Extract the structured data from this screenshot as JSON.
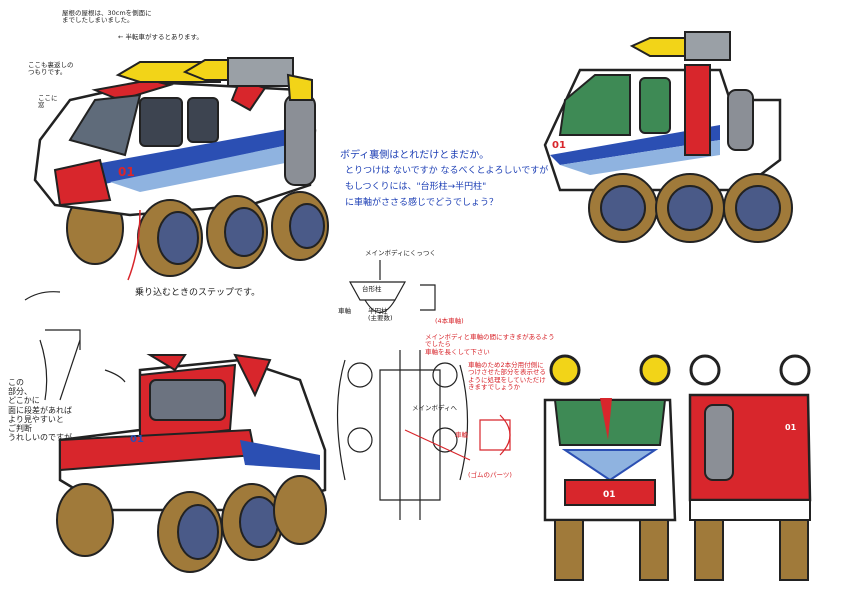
{
  "annotations": {
    "top_left_1": "屋根の屋根は、30cmを側面に\nまでしたしまいました。",
    "top_left_2": "← 半転車がするとあります。",
    "left_side_1": "ここも裏返しの\nつもりです。",
    "left_side_2": "ここに\n窓",
    "step_note": "乗り込むときのステップです。",
    "blue_note_1": "ボディ裏側はとれだけとまだか。",
    "blue_note_2": "とりつけは ないですか なるべくとよろしいですが",
    "blue_note_3": "もしつくりには、\"台形柱→半円柱\"",
    "blue_note_4": "に車軸がささる感じでどうでしょう？",
    "diagram_top": "メインボディにくっつく",
    "diagram_mid": "台形柱",
    "diagram_side": "車軸",
    "diagram_bottom": "半円柱\n(主要数)",
    "red_diag_1": "(4本車軸)",
    "red_diag_2": "メインボディと車軸の間にすきまがあるようでしたら\n車軸を長くして下さい",
    "red_diag_3": "車軸のため2本分用付側に\nつけさせた部分を表示せる\nように処理をしていただけ\nきますでしょうか",
    "red_label": "車輪",
    "red_small": "(ゴムのパーツ)",
    "cross_text": "メインボディへ",
    "bottom_left_note": "この\n部分、\nどこかに\n面に段差があれば\nより見やすいと\nご判断\nうれしいのですが…",
    "truck_label": "01"
  },
  "colors": {
    "red": "#d8262c",
    "blue": "#2b4fb3",
    "light_blue": "#8fb3e0",
    "green": "#3e8a55",
    "yellow": "#f2d418",
    "tire": "#a07a3a",
    "wheel": "#4a5a88",
    "gray": "#8b8f96",
    "note_blue": "#1d3fb5"
  }
}
